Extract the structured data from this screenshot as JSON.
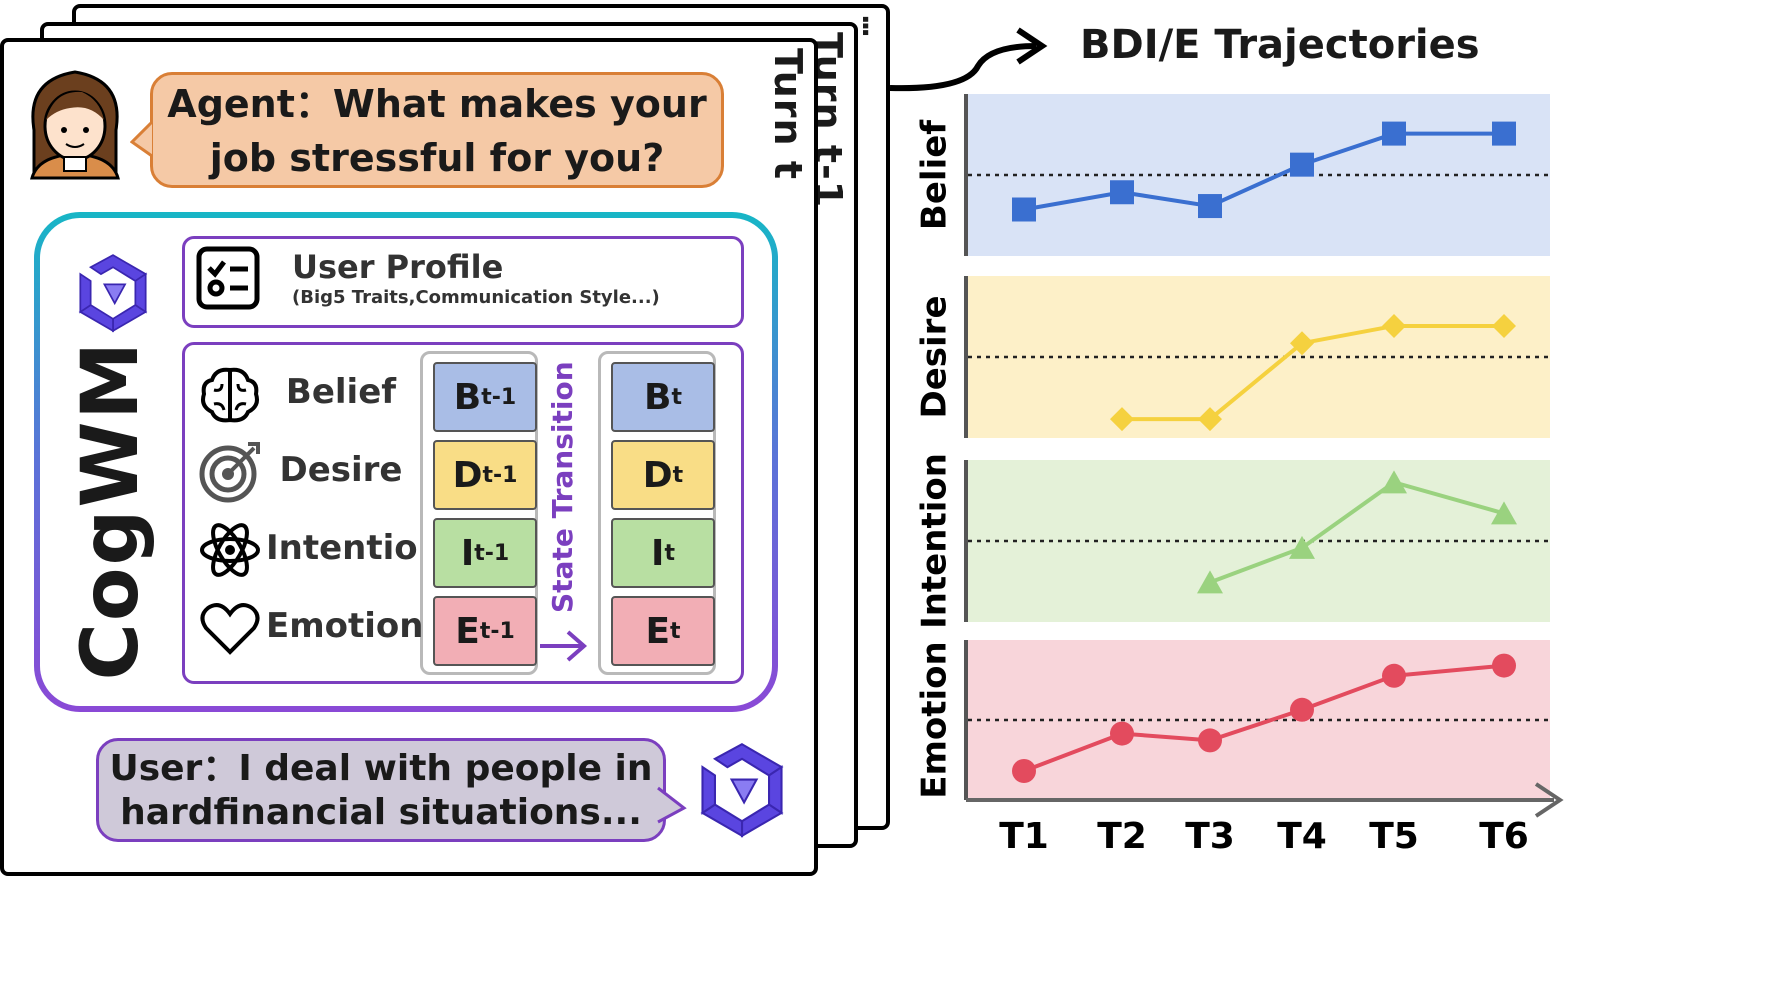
{
  "turns": {
    "back_label": "Turn t-1",
    "front_label": "Turn t",
    "ellipsis": "..."
  },
  "agent_bubble": {
    "line1": "Agent：What makes your",
    "line2": "job stressful for you?"
  },
  "user_bubble": {
    "line1": "User：I deal with people in",
    "line2": "hardfinancial situations..."
  },
  "cogwm": {
    "title": "CogWM",
    "profile_title": "User Profile",
    "profile_sub": "(Big5 Traits,Communication Style...)",
    "transition_label": "State Transition",
    "rows": [
      {
        "label": "Belief",
        "icon": "brain-icon",
        "prev_letter": "B",
        "prev_sub": "t-1",
        "cur_letter": "B",
        "cur_sub": "t",
        "color": "#a9bde6"
      },
      {
        "label": "Desire",
        "icon": "target-icon",
        "prev_letter": "D",
        "prev_sub": "t-1",
        "cur_letter": "D",
        "cur_sub": "t",
        "color": "#f9dd86"
      },
      {
        "label": "Intentio",
        "icon": "atom-icon",
        "prev_letter": "I",
        "prev_sub": "t-1",
        "cur_letter": "I",
        "cur_sub": "t",
        "color": "#b8dfa2"
      },
      {
        "label": "Emotion",
        "icon": "heart-icon",
        "prev_letter": "E",
        "prev_sub": "t-1",
        "cur_letter": "E",
        "cur_sub": "t",
        "color": "#f2aeb5"
      }
    ]
  },
  "trajectories_title": "BDI/E Trajectories",
  "chart_data": {
    "type": "line",
    "categories": [
      "T1",
      "T2",
      "T3",
      "T4",
      "T5",
      "T6"
    ],
    "series": [
      {
        "name": "Belief",
        "values": [
          2.0,
          2.5,
          2.1,
          3.3,
          4.2,
          4.2
        ],
        "color": "#3a6fd0",
        "bg": "#d9e3f6",
        "marker": "square"
      },
      {
        "name": "Desire",
        "values": [
          null,
          1.2,
          1.2,
          3.4,
          3.9,
          3.9
        ],
        "color": "#f5d13f",
        "bg": "#fdf0c8",
        "marker": "diamond"
      },
      {
        "name": "Intention",
        "values": [
          null,
          null,
          1.8,
          2.8,
          4.7,
          3.8
        ],
        "color": "#9ad27f",
        "bg": "#e4f1d8",
        "marker": "triangle"
      },
      {
        "name": "Emotion",
        "values": [
          1.5,
          2.6,
          2.4,
          3.3,
          4.3,
          4.6
        ],
        "color": "#e34b5e",
        "bg": "#f8d5da",
        "marker": "circle"
      }
    ],
    "ylim": [
      1,
      5
    ],
    "reference_line": 3,
    "grid": false
  }
}
